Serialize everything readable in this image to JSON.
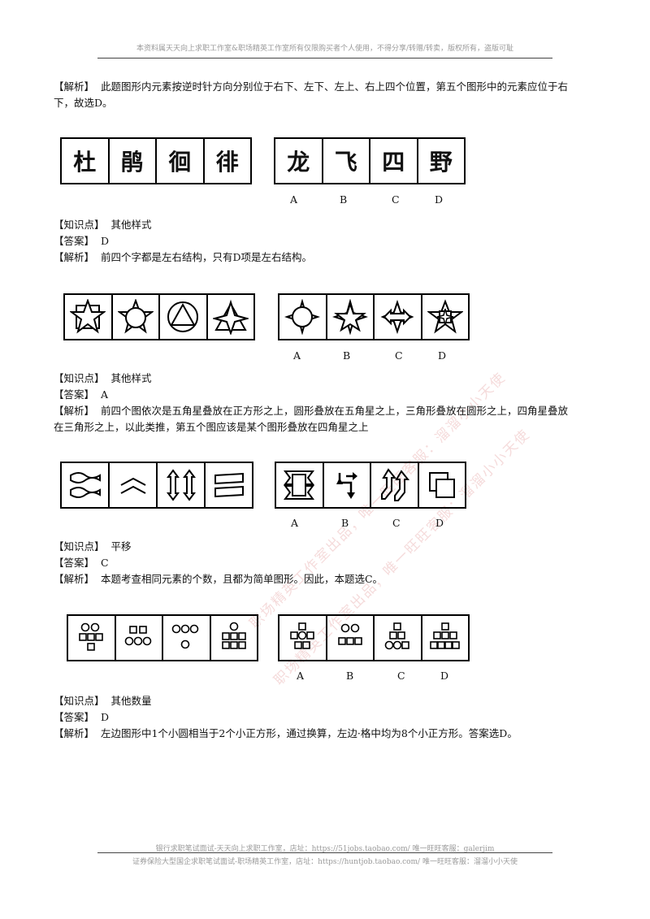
{
  "header": {
    "text": "本资料属天天向上求职工作室&职场精英工作室所有仅限购买者个人使用，不得分享/转赠/转卖，版权所有，盗版可耻"
  },
  "q0": {
    "jiexi_tag": "【解析】",
    "jiexi_line1": "此题图形内元素按逆时针方向分别位于右下、左下、左上、右上四个位置，第五个图形中的元素应位于右",
    "jiexi_line2": "下，故选D。"
  },
  "q1": {
    "left_chars": [
      "杜",
      "鹃",
      "徊",
      "徘"
    ],
    "right_chars": [
      "龙",
      "飞",
      "四",
      "野"
    ],
    "options": [
      "A",
      "B",
      "C",
      "D"
    ],
    "zhishi_tag": "【知识点】",
    "zhishi": "其他样式",
    "daan_tag": "【答案】",
    "daan": "D",
    "jiexi_tag": "【解析】",
    "jiexi": "前四个字都是左右结构，只有D项是左右结构。"
  },
  "q2": {
    "options": [
      "A",
      "B",
      "C",
      "D"
    ],
    "zhishi_tag": "【知识点】",
    "zhishi": "其他样式",
    "daan_tag": "【答案】",
    "daan": "A",
    "jiexi_tag": "【解析】",
    "jiexi_line1": "前四个图依次是五角星叠放在正方形之上，圆形叠放在五角星之上，三角形叠放在圆形之上，四角星叠放",
    "jiexi_line2": "在三角形之上，以此类推，第五个图应该是某个图形叠放在四角星之上"
  },
  "q3": {
    "options": [
      "A",
      "B",
      "C",
      "D"
    ],
    "zhishi_tag": "【知识点】",
    "zhishi": "平移",
    "daan_tag": "【答案】",
    "daan": "C",
    "jiexi_tag": "【解析】",
    "jiexi": "本题考查相同元素的个数，且都为简单图形。因此，本题选C。"
  },
  "q4": {
    "options": [
      "A",
      "B",
      "C",
      "D"
    ],
    "zhishi_tag": "【知识点】",
    "zhishi": "其他数量",
    "daan_tag": "【答案】",
    "daan": "D",
    "jiexi_tag": "【解析】",
    "jiexi": "左边图形中1个小圆相当于2个小正方形，通过换算，左边·格中均为8个小正方形。答案选D。"
  },
  "watermarks": [
    "职场精英工作室出品，唯一旺旺客服：溜溜小小天使",
    "职场精英工作室出品，唯一旺旺客服：溜溜小小天使"
  ],
  "footer": {
    "line1": "银行求职笔试面试-天天向上求职工作室，店址：https://51jobs.taobao.com/ 唯一旺旺客服：galerjim",
    "line2": "证券保险大型国企求职笔试面试-职场精英工作室，店址：https://huntjob.taobao.com/ 唯一旺旺客服：溜溜小小天使"
  }
}
